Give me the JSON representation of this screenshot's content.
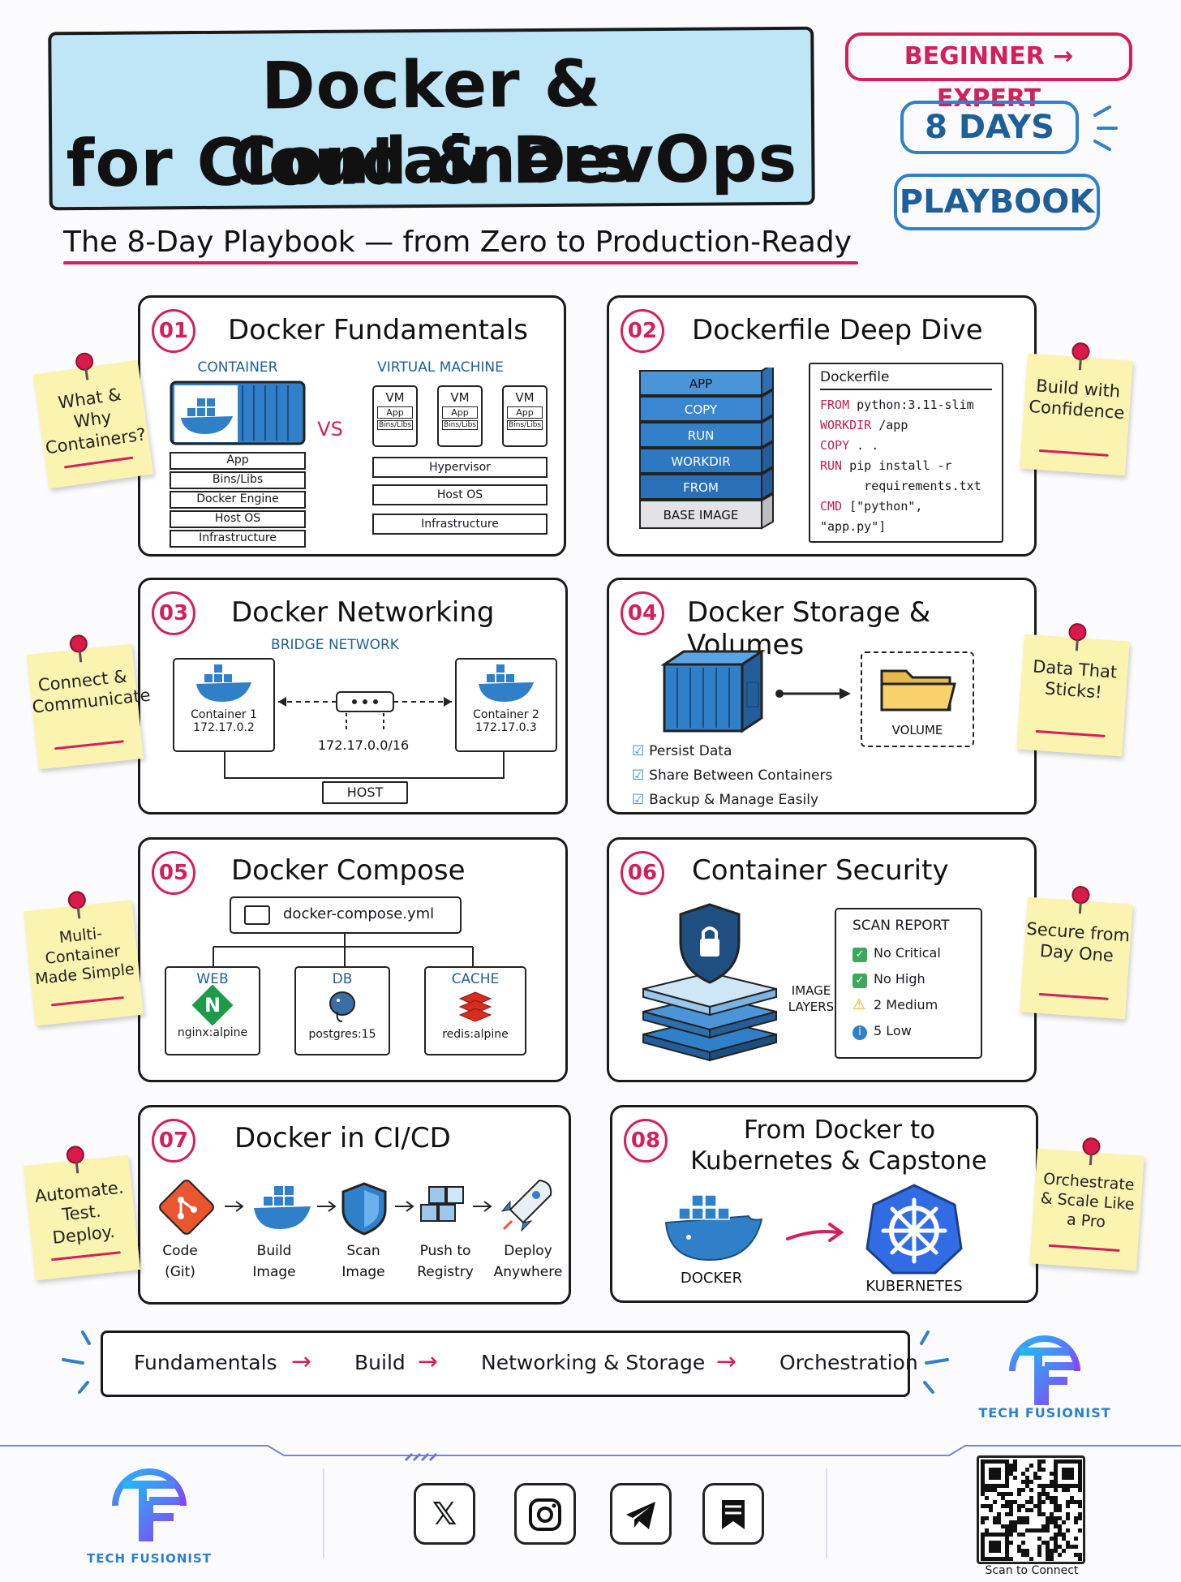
{
  "header": {
    "title_line1": "Docker & Containers",
    "title_line2": "for Cloud & DevOps",
    "subtitle": "The 8-Day Playbook — from Zero to Production-Ready",
    "badges": [
      "BEGINNER → EXPERT",
      "8 DAYS",
      "PLAYBOOK"
    ]
  },
  "colors": {
    "accent": "#d41f5a",
    "title_bg": "#bfe6f6",
    "blue": "#2f80c9",
    "note": "#fbf3b0"
  },
  "sections": [
    {
      "num": "01",
      "title": "Docker Fundamentals",
      "note": "What & Why Containers?",
      "container_label": "CONTAINER",
      "vm_label": "VIRTUAL MACHINE",
      "vs": "VS",
      "container_stack": [
        "App",
        "Bins/Libs",
        "Docker Engine",
        "Host OS",
        "Infrastructure"
      ],
      "vm_box": "VM",
      "vm_app": "App",
      "vm_libs": "Bins/Libs",
      "vm_stack": [
        "Hypervisor",
        "Host OS",
        "Infrastructure"
      ]
    },
    {
      "num": "02",
      "title": "Dockerfile Deep Dive",
      "note": "Build with Confidence",
      "layers": [
        "APP",
        "COPY",
        "RUN",
        "WORKDIR",
        "FROM",
        "BASE IMAGE"
      ],
      "file_title": "Dockerfile",
      "code": [
        {
          "kw": "FROM",
          "rest": " python:3.11-slim"
        },
        {
          "kw": "WORKDIR",
          "rest": " /app"
        },
        {
          "kw": "COPY",
          "rest": " . ."
        },
        {
          "kw": "RUN",
          "rest": " pip install -r"
        },
        {
          "kw": "",
          "rest": "      requirements.txt"
        },
        {
          "kw": "CMD",
          "rest": " [\"python\", \"app.py\"]"
        }
      ]
    },
    {
      "num": "03",
      "title": "Docker Networking",
      "note": "Connect & Communicate",
      "network": "BRIDGE NETWORK",
      "c1": "Container 1",
      "ip1": "172.17.0.2",
      "c2": "Container 2",
      "ip2": "172.17.0.3",
      "subnet": "172.17.0.0/16",
      "host": "HOST"
    },
    {
      "num": "04",
      "title": "Docker Storage & Volumes",
      "note": "Data That Sticks!",
      "volume": "VOLUME",
      "checks": [
        "Persist Data",
        "Share Between Containers",
        "Backup & Manage Easily"
      ]
    },
    {
      "num": "05",
      "title": "Docker Compose",
      "note": "Multi-Container Made Simple",
      "file": "docker-compose.yml",
      "services": [
        {
          "name": "WEB",
          "image": "nginx:alpine"
        },
        {
          "name": "DB",
          "image": "postgres:15"
        },
        {
          "name": "CACHE",
          "image": "redis:alpine"
        }
      ]
    },
    {
      "num": "06",
      "title": "Container Security",
      "note": "Secure from Day One",
      "layers_label": "IMAGE LAYERS",
      "report_title": "SCAN REPORT",
      "report": [
        "No Critical",
        "No High",
        "2 Medium",
        "5 Low"
      ]
    },
    {
      "num": "07",
      "title": "Docker in CI/CD",
      "note": "Automate. Test. Deploy.",
      "steps": [
        {
          "l1": "Code",
          "l2": "(Git)"
        },
        {
          "l1": "Build",
          "l2": "Image"
        },
        {
          "l1": "Scan",
          "l2": "Image"
        },
        {
          "l1": "Push to",
          "l2": "Registry"
        },
        {
          "l1": "Deploy",
          "l2": "Anywhere"
        }
      ]
    },
    {
      "num": "08",
      "title_l1": "From Docker to",
      "title_l2": "Kubernetes & Capstone",
      "note": "Orchestrate & Scale Like a Pro",
      "docker": "DOCKER",
      "k8s": "KUBERNETES"
    }
  ],
  "roadmap": [
    "Fundamentals",
    "Build",
    "Networking & Storage",
    "Orchestration"
  ],
  "brand": "TECH FUSIONIST",
  "footer": {
    "qr_caption": "Scan to Connect",
    "social": [
      "x-icon",
      "instagram-icon",
      "telegram-icon",
      "bookmark-icon"
    ]
  }
}
